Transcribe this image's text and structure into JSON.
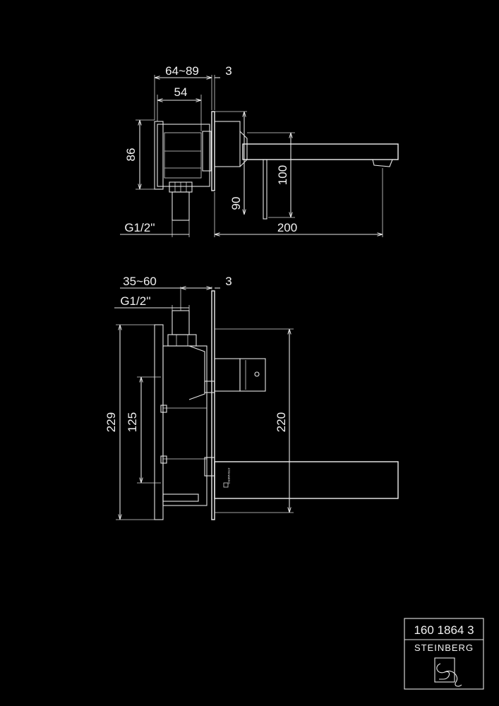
{
  "side_view": {
    "dim_depth": "64~89",
    "dim_plate": "3",
    "dim_inner": "54",
    "dim_height": "86",
    "dim_spout_height": "100",
    "dim_handle_offset": "90",
    "dim_projection": "200",
    "connection": "G1/2''"
  },
  "front_view": {
    "dim_depth": "35~60",
    "dim_plate": "3",
    "connection": "G1/2''",
    "dim_box_height": "229",
    "dim_pitch": "125",
    "dim_total_height": "220",
    "plate_logo": "STEINBERG"
  },
  "title_block": {
    "article_number": "160 1864 3",
    "brand": "STEINBERG"
  }
}
